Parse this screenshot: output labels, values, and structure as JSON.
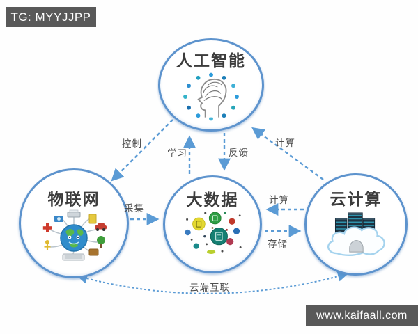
{
  "badges": {
    "telegram": "TG: MYYJJPP",
    "site": "www.kaifaall.com"
  },
  "diagram": {
    "title": "AI / IoT / Big Data / Cloud relationship diagram",
    "nodes": [
      {
        "id": "ai",
        "label": "人工智能",
        "icon": "ai-brain-icon"
      },
      {
        "id": "iot",
        "label": "物联网",
        "icon": "iot-globe-icon"
      },
      {
        "id": "bigdata",
        "label": "大数据",
        "icon": "big-data-dots-icon"
      },
      {
        "id": "cloud",
        "label": "云计算",
        "icon": "cloud-servers-icon"
      }
    ],
    "edges": [
      {
        "from": "ai",
        "to": "iot",
        "label": "控制",
        "style": "dashed",
        "bidirectional": false
      },
      {
        "from": "bigdata",
        "to": "ai",
        "label": "学习",
        "style": "dashed",
        "bidirectional": false
      },
      {
        "from": "ai",
        "to": "bigdata",
        "label": "反馈",
        "style": "dashed",
        "bidirectional": false
      },
      {
        "from": "cloud",
        "to": "ai",
        "label": "计算",
        "style": "dashed",
        "bidirectional": false
      },
      {
        "from": "iot",
        "to": "bigdata",
        "label": "采集",
        "style": "dashed",
        "bidirectional": false
      },
      {
        "from": "cloud",
        "to": "bigdata",
        "label": "计算",
        "style": "dashed",
        "bidirectional": false
      },
      {
        "from": "bigdata",
        "to": "cloud",
        "label": "存储",
        "style": "dashed",
        "bidirectional": false
      },
      {
        "from": "iot",
        "to": "cloud",
        "label": "云端互联",
        "style": "dashed",
        "bidirectional": true
      }
    ],
    "colors": {
      "circle_border": "#5d93cd",
      "arrow": "#5b9bd5",
      "node_title": "#3c3c3c",
      "edge_label": "#4f4f4f",
      "badge_bg": "#595959",
      "badge_text": "#ffffff"
    }
  }
}
